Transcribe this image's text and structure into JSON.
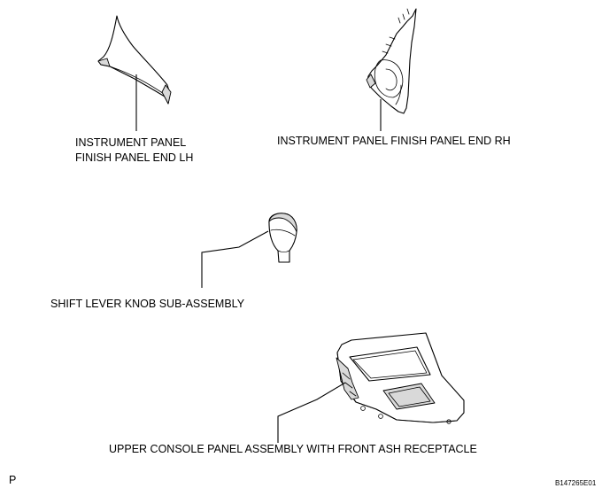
{
  "labels": {
    "lh_line1": "INSTRUMENT PANEL",
    "lh_line2": "FINISH PANEL END LH",
    "rh": "INSTRUMENT PANEL FINISH PANEL END RH",
    "knob": "SHIFT LEVER KNOB SUB-ASSEMBLY",
    "console": "UPPER CONSOLE PANEL ASSEMBLY WITH FRONT ASH RECEPTACLE"
  },
  "corner_mark": "P",
  "figure_code": "B147265E01"
}
